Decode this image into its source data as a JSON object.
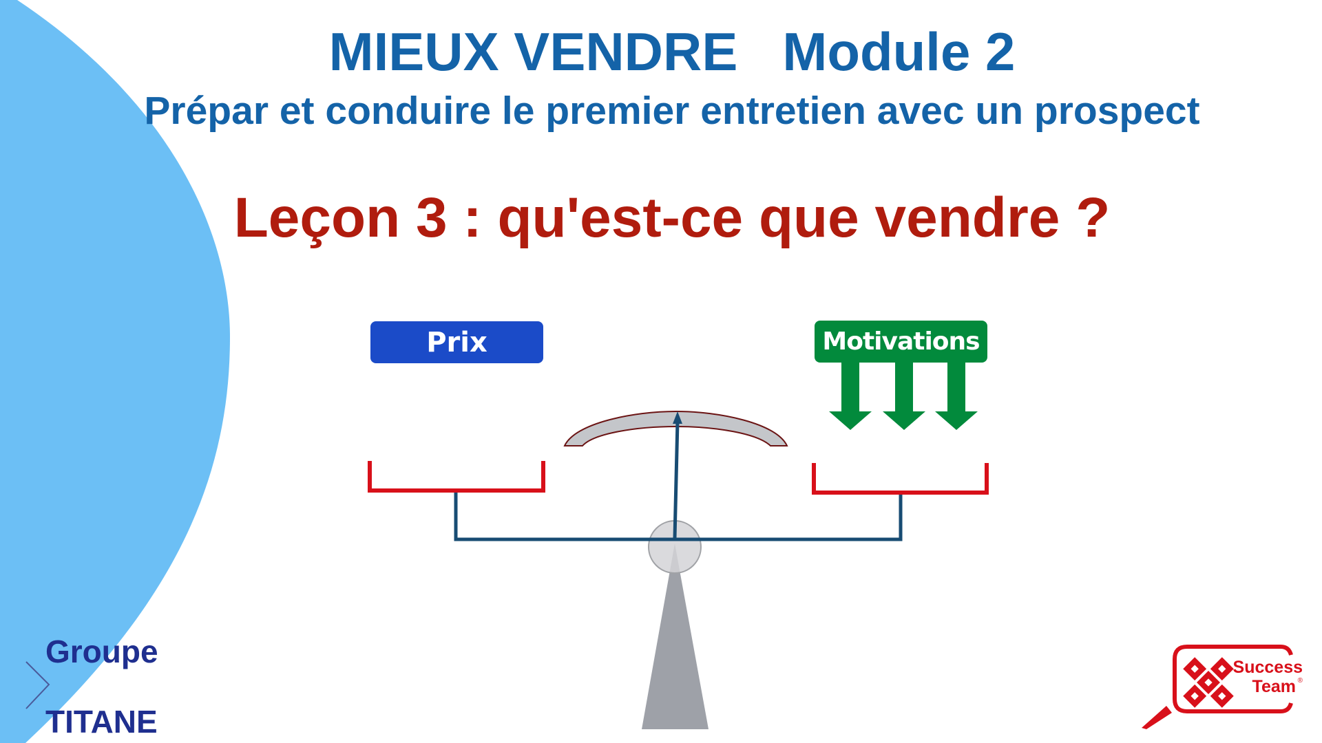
{
  "header": {
    "title": "MIEUX VENDRE   Module 2",
    "subtitle": "Prépar et conduire le premier entretien avec un prospect",
    "lesson": "Leçon 3 : qu'est-ce que vendre ?"
  },
  "diagram": {
    "left_label": "Prix",
    "right_label": "Motivations",
    "left_color": "#1b4bc8",
    "right_color": "#028a3c",
    "pan_color": "#d8101a",
    "beam_color": "#184c73"
  },
  "logos": {
    "groupe": "Groupe",
    "titane": "TITANE",
    "success": "Success",
    "team": "Team",
    "registered": "®"
  },
  "colors": {
    "accent_circle": "#6cbff5"
  }
}
